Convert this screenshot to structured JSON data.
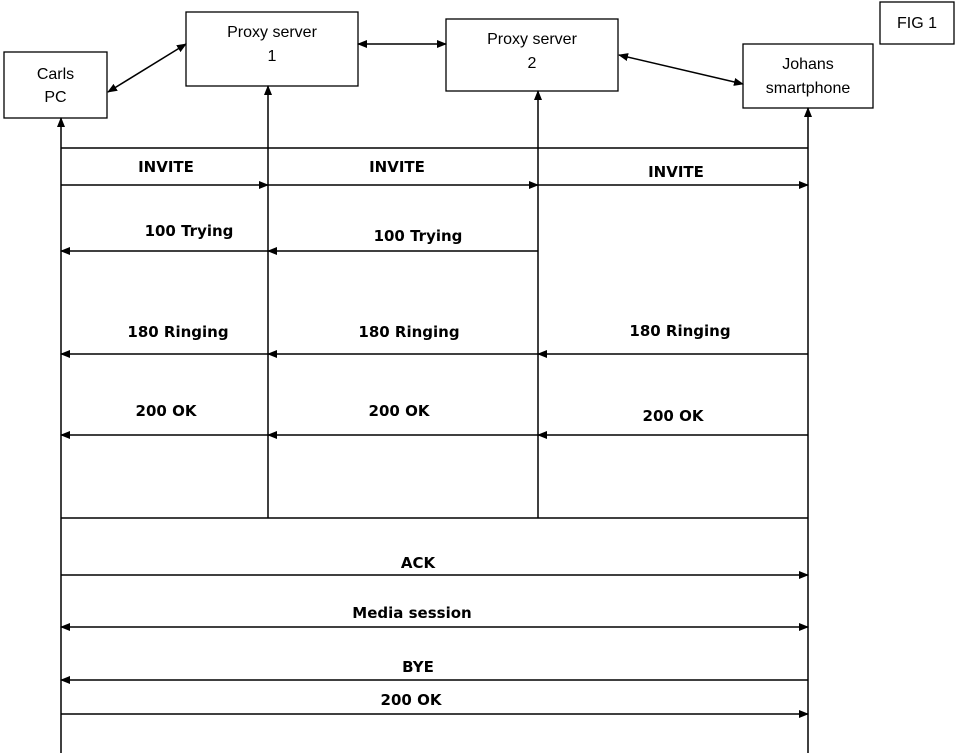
{
  "figure_label": "FIG 1",
  "nodes": [
    {
      "id": "carls-pc",
      "lines": [
        "Carls",
        "PC"
      ]
    },
    {
      "id": "proxy1",
      "lines": [
        "Proxy server",
        "1"
      ]
    },
    {
      "id": "proxy2",
      "lines": [
        "Proxy server",
        "2"
      ]
    },
    {
      "id": "johans-smartphone",
      "lines": [
        "Johans",
        "smartphone"
      ]
    }
  ],
  "messages": [
    {
      "label": "INVITE",
      "from": "carls-pc",
      "to": "proxy1"
    },
    {
      "label": "INVITE",
      "from": "proxy1",
      "to": "proxy2"
    },
    {
      "label": "INVITE",
      "from": "proxy2",
      "to": "johans-smartphone"
    },
    {
      "label": "100 Trying",
      "from": "proxy1",
      "to": "carls-pc"
    },
    {
      "label": "100 Trying",
      "from": "proxy2",
      "to": "proxy1"
    },
    {
      "label": "180 Ringing",
      "from": "proxy1",
      "to": "carls-pc"
    },
    {
      "label": "180 Ringing",
      "from": "proxy2",
      "to": "proxy1"
    },
    {
      "label": "180 Ringing",
      "from": "johans-smartphone",
      "to": "proxy2"
    },
    {
      "label": "200 OK",
      "from": "proxy1",
      "to": "carls-pc"
    },
    {
      "label": "200 OK",
      "from": "proxy2",
      "to": "proxy1"
    },
    {
      "label": "200 OK",
      "from": "johans-smartphone",
      "to": "proxy2"
    },
    {
      "label": "ACK",
      "from": "carls-pc",
      "to": "johans-smartphone"
    },
    {
      "label": "Media session",
      "from": "carls-pc",
      "to": "johans-smartphone",
      "bidirectional": true
    },
    {
      "label": "BYE",
      "from": "johans-smartphone",
      "to": "carls-pc"
    },
    {
      "label": "200 OK",
      "from": "carls-pc",
      "to": "johans-smartphone"
    }
  ]
}
